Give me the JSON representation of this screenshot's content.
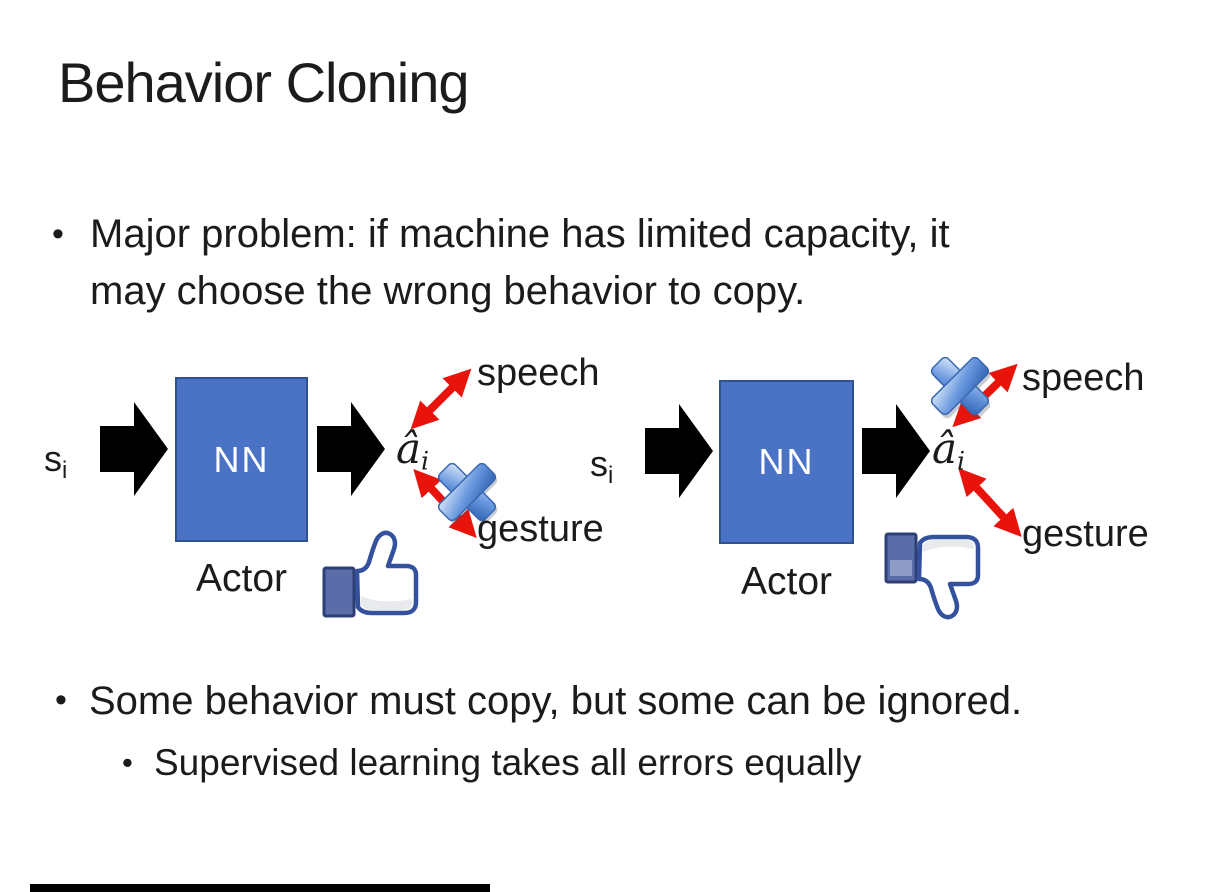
{
  "slide": {
    "title": "Behavior Cloning",
    "bullet_glyph": "•",
    "bullets": {
      "major_problem": {
        "line1": "Major problem: if machine has limited capacity, it",
        "line2": "may choose the wrong behavior to copy."
      },
      "some_behavior": "Some behavior must copy, but some can be ignored.",
      "supervised": "Supervised learning takes all errors equally"
    }
  },
  "diagram": {
    "left": {
      "input": {
        "base": "s",
        "sub": "i"
      },
      "box_label": "NN",
      "output": {
        "base": "â",
        "sub": "i"
      },
      "actor_label": "Actor",
      "speech_label": "speech",
      "gesture_label": "gesture",
      "crossed_out": "gesture",
      "feedback_icon": "thumbs-up"
    },
    "right": {
      "input": {
        "base": "s",
        "sub": "i"
      },
      "box_label": "NN",
      "output": {
        "base": "â",
        "sub": "i"
      },
      "actor_label": "Actor",
      "speech_label": "speech",
      "gesture_label": "gesture",
      "crossed_out": "speech",
      "feedback_icon": "thumbs-down"
    }
  },
  "colors": {
    "nn_box_fill": "#4a73c5",
    "nn_box_border": "#2f528f",
    "block_arrow": "#000000",
    "red_arrow": "#e8140c",
    "cross_gradient_light": "#d6e6f8",
    "cross_gradient_dark": "#2f63b4",
    "thumb_outline": "#34519e",
    "thumb_cuff": "#5b6da8"
  }
}
